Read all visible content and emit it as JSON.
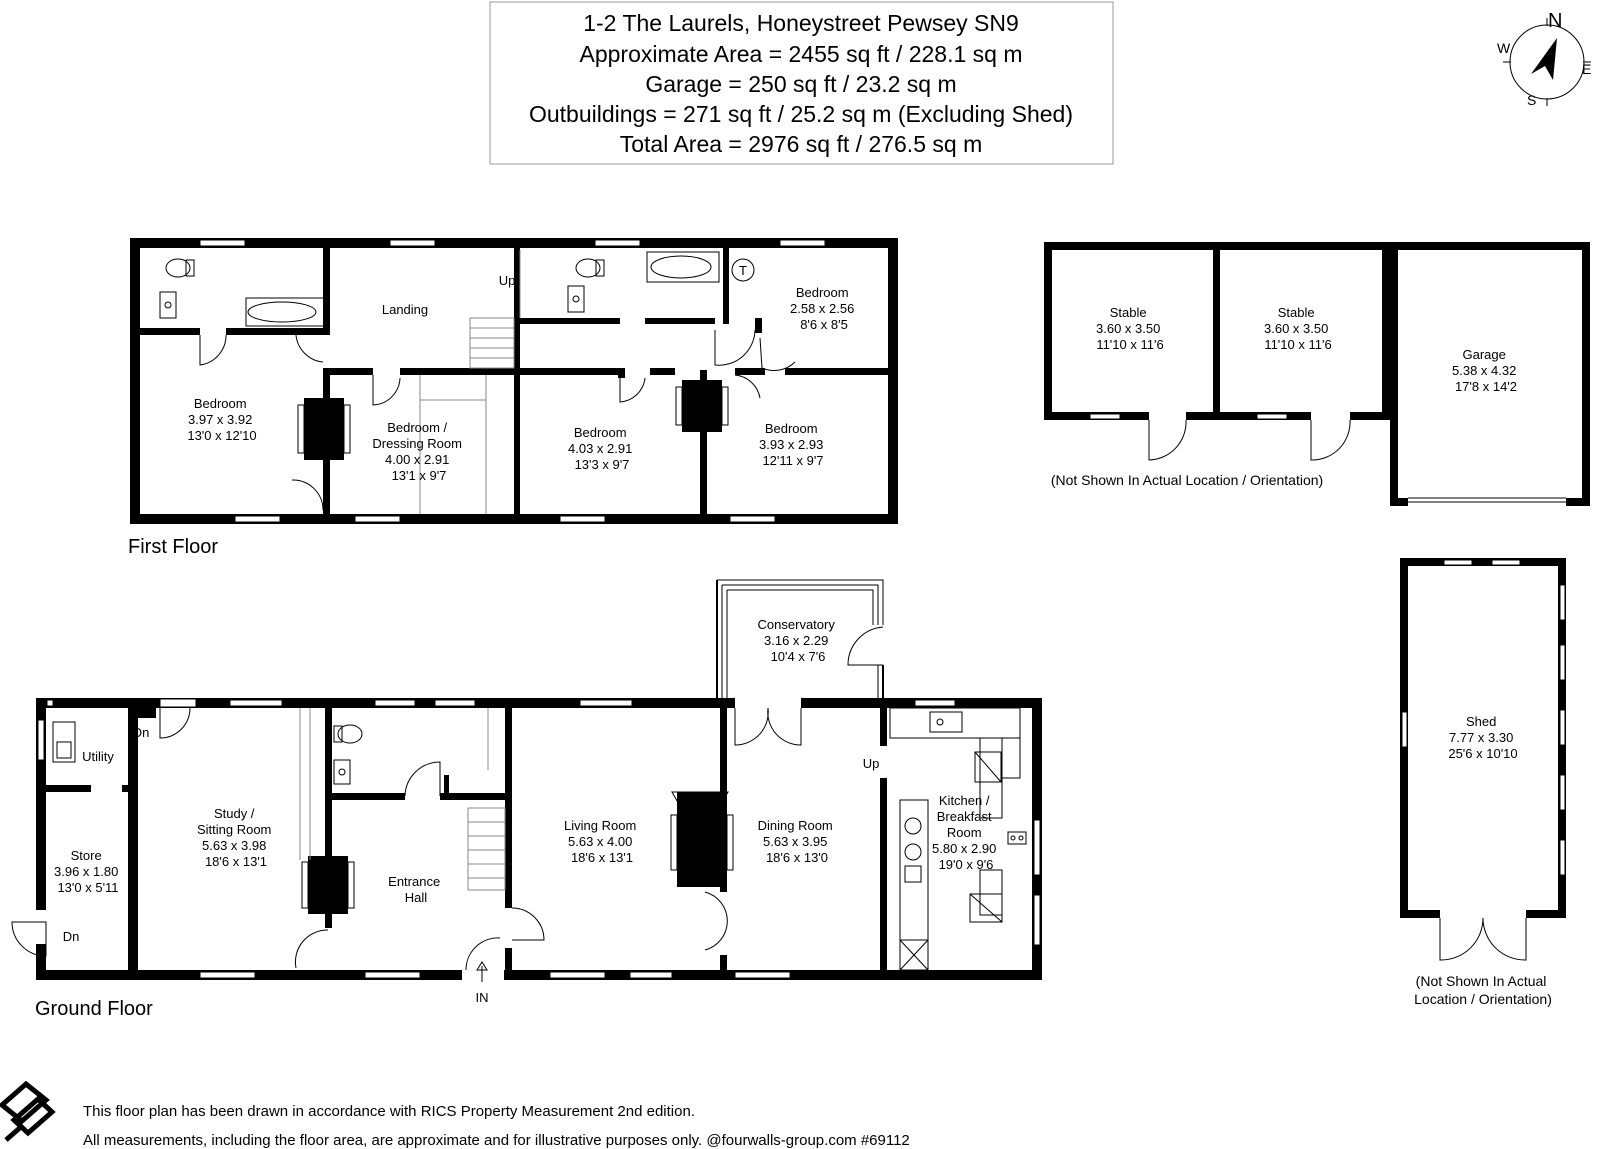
{
  "header": {
    "lines": [
      "1-2 The Laurels, Honeystreet Pewsey SN9",
      "Approximate Area = 2455 sq ft / 228.1 sq m",
      "Garage = 250 sq ft / 23.2 sq m",
      "Outbuildings = 271 sq ft / 25.2 sq m (Excluding Shed)",
      "Total Area = 2976 sq ft / 276.5 sq m"
    ]
  },
  "compass": {
    "n": "N",
    "e": "E",
    "s": "S",
    "w": "W"
  },
  "floors": {
    "first": "First Floor",
    "ground": "Ground Floor"
  },
  "first_floor": {
    "bedroom_nw": [
      "Bedroom",
      "3.97 x 3.92",
      "13'0 x 12'10"
    ],
    "landing": "Landing",
    "up": "Up",
    "bedroom_small": [
      "Bedroom",
      "2.58 x 2.56",
      "8'6 x 8'5"
    ],
    "dressing": [
      "Bedroom /",
      "Dressing Room",
      "4.00 x 2.91",
      "13'1 x 9'7"
    ],
    "bedroom_mid": [
      "Bedroom",
      "4.03 x 2.91",
      "13'3 x 9'7"
    ],
    "bedroom_se": [
      "Bedroom",
      "3.93 x 2.93",
      "12'11 x 9'7"
    ],
    "tank": "T"
  },
  "outbuildings": {
    "stable1": [
      "Stable",
      "3.60 x 3.50",
      "11'10 x 11'6"
    ],
    "stable2": [
      "Stable",
      "3.60 x 3.50",
      "11'10 x 11'6"
    ],
    "garage": [
      "Garage",
      "5.38 x 4.32",
      "17'8 x 14'2"
    ],
    "note": "(Not Shown In Actual Location / Orientation)"
  },
  "shed": {
    "label": [
      "Shed",
      "7.77 x 3.30",
      "25'6 x 10'10"
    ],
    "note": [
      "(Not Shown In Actual",
      "Location / Orientation)"
    ]
  },
  "ground_floor": {
    "conservatory": [
      "Conservatory",
      "3.16 x 2.29",
      "10'4 x 7'6"
    ],
    "utility": "Utility",
    "dn1": "Dn",
    "dn2": "Dn",
    "store": [
      "Store",
      "3.96 x 1.80",
      "13'0 x 5'11"
    ],
    "study": [
      "Study /",
      "Sitting Room",
      "5.63 x 3.98",
      "18'6 x 13'1"
    ],
    "entrance": [
      "Entrance",
      "Hall"
    ],
    "living": [
      "Living Room",
      "5.63 x 4.00",
      "18'6 x 13'1"
    ],
    "dining": [
      "Dining Room",
      "5.63 x 3.95",
      "18'6 x 13'0"
    ],
    "up": "Up",
    "kitchen": [
      "Kitchen /",
      "Breakfast",
      "Room",
      "5.80 x 2.90",
      "19'0 x 9'6"
    ],
    "in": "IN"
  },
  "footer": {
    "line1": "This floor plan has been drawn in accordance with RICS Property Measurement 2nd edition.",
    "line2": "All measurements, including the floor area, are approximate and for illustrative purposes only. @fourwalls-group.com #69112"
  }
}
